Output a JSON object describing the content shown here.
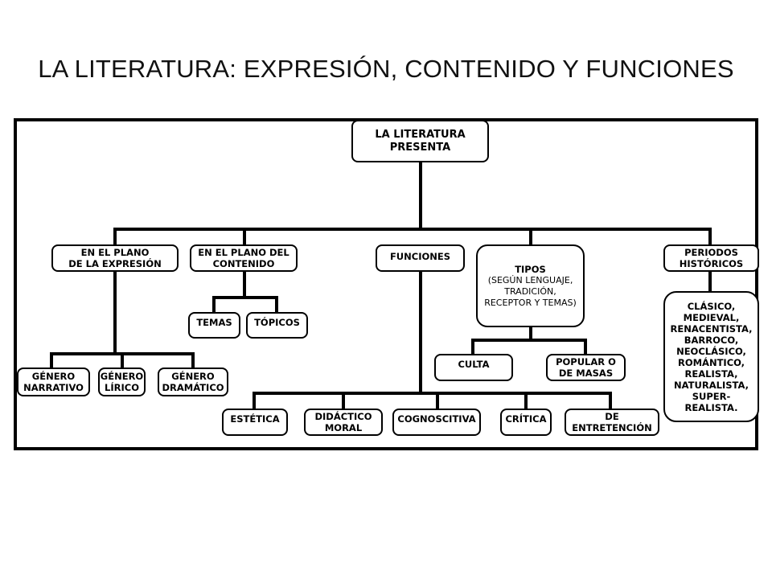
{
  "title": "LA LITERATURA: EXPRESIÓN, CONTENIDO Y FUNCIONES",
  "nodes": {
    "root": "LA LITERATURA\nPRESENTA",
    "expresion": "EN EL PLANO\nDE LA EXPRESIÓN",
    "contenido": "EN EL PLANO DEL\nCONTENIDO",
    "funciones": "FUNCIONES",
    "tipos_main": "TIPOS",
    "tipos_sub": "(SEGÚN LENGUAJE,\nTRADICIÓN,\nRECEPTOR Y TEMAS)",
    "periodos": "PERIODOS\nHISTÓRICOS",
    "periodos_list": "CLÁSICO,\nMEDIEVAL,\nRENACENTISTA,\nBARROCO,\nNEOCLÁSICO,\nROMÁNTICO,\nREALISTA,\nNATURALISTA,\nSUPER-\nREALISTA.",
    "temas": "TEMAS",
    "topicos": "TÓPICOS",
    "narrativo": "GÉNERO\nNARRATIVO",
    "lirico": "GÉNERO\nLÍRICO",
    "dramatico": "GÉNERO\nDRAMÁTICO",
    "culta": "CULTA",
    "popular": "POPULAR O\nDE MASAS",
    "estetica": "ESTÉTICA",
    "didactico": "DIDÁCTICO\nMORAL",
    "cognoscitiva": "COGNOSCITIVA",
    "critica": "CRÍTICA",
    "entretencion": "DE\nENTRETENCIÓN"
  }
}
